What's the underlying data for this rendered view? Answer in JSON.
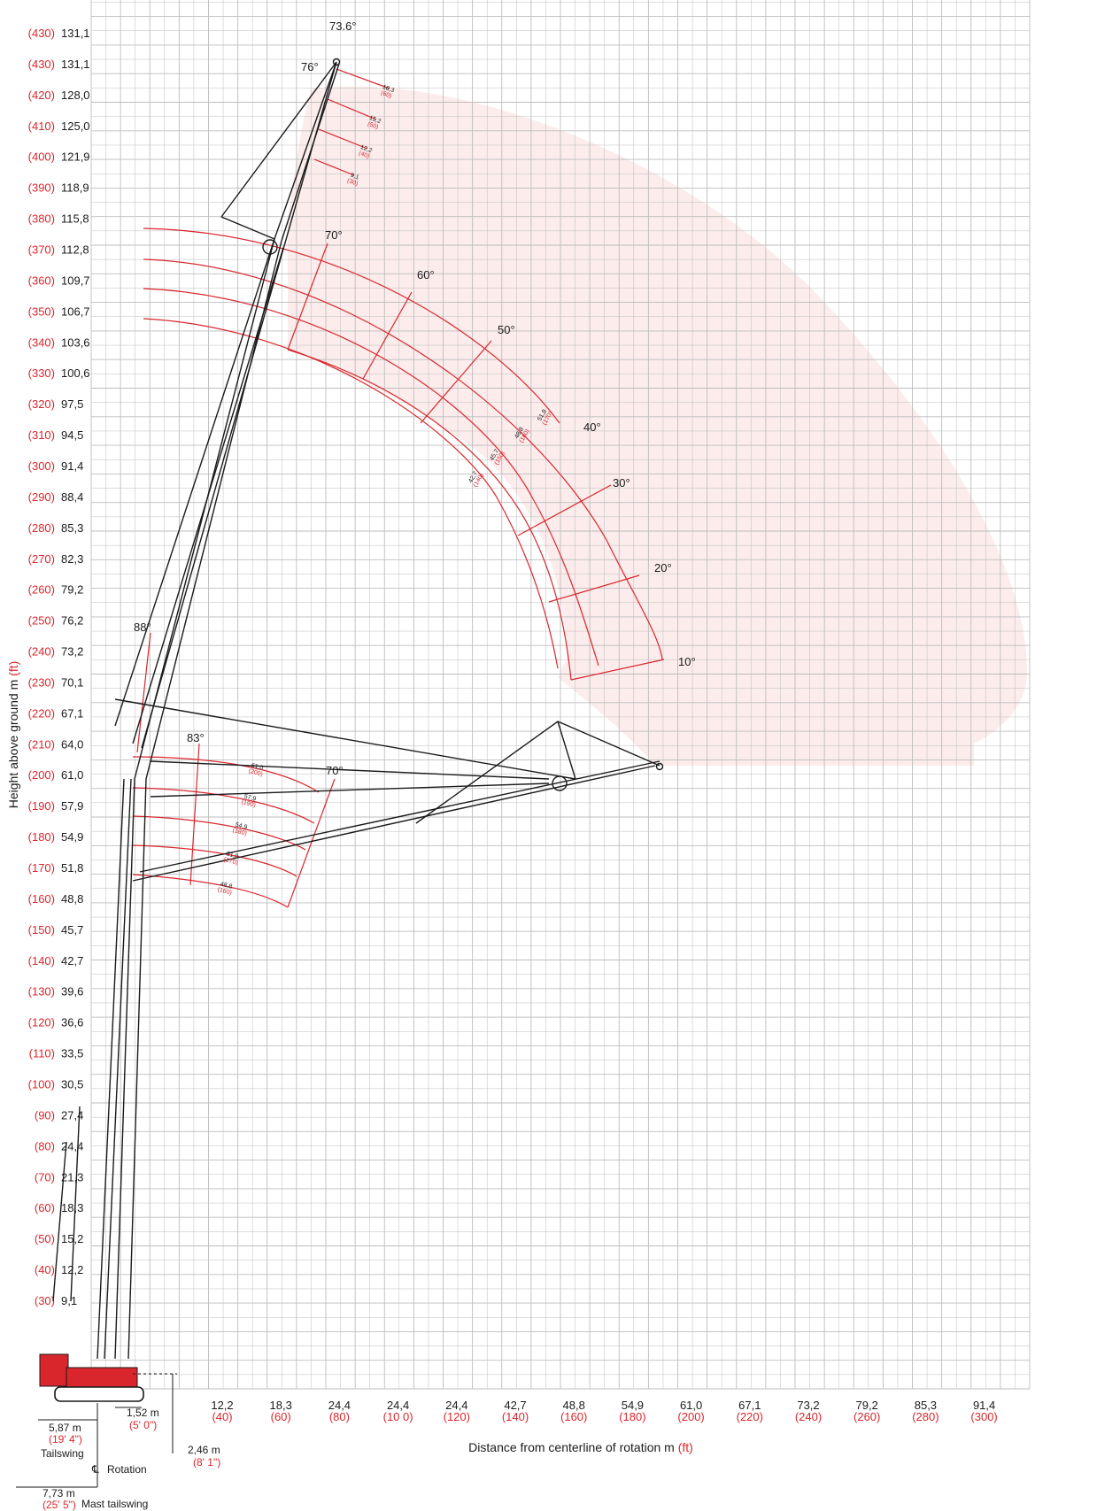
{
  "colors": {
    "accent": "#d9262c",
    "shade": "#fbe6e6",
    "grid": "#bdbdbd",
    "ink": "#1a1a1a"
  },
  "y_axis": {
    "title_m": "Height above ground m",
    "title_ft": "(ft)",
    "ticks": [
      {
        "ft": "(430)",
        "m": "131,1"
      },
      {
        "ft": "(430)",
        "m": "131,1"
      },
      {
        "ft": "(420)",
        "m": "128,0"
      },
      {
        "ft": "(410)",
        "m": "125,0"
      },
      {
        "ft": "(400)",
        "m": "121,9"
      },
      {
        "ft": "(390)",
        "m": "118,9"
      },
      {
        "ft": "(380)",
        "m": "115,8"
      },
      {
        "ft": "(370)",
        "m": "112,8"
      },
      {
        "ft": "(360)",
        "m": "109,7"
      },
      {
        "ft": "(350)",
        "m": "106,7"
      },
      {
        "ft": "(340)",
        "m": "103,6"
      },
      {
        "ft": "(330)",
        "m": "100,6"
      },
      {
        "ft": "(320)",
        "m": "97,5"
      },
      {
        "ft": "(310)",
        "m": "94,5"
      },
      {
        "ft": "(300)",
        "m": "91,4"
      },
      {
        "ft": "(290)",
        "m": "88,4"
      },
      {
        "ft": "(280)",
        "m": "85,3"
      },
      {
        "ft": "(270)",
        "m": "82,3"
      },
      {
        "ft": "(260)",
        "m": "79,2"
      },
      {
        "ft": "(250)",
        "m": "76,2"
      },
      {
        "ft": "(240)",
        "m": "73,2"
      },
      {
        "ft": "(230)",
        "m": "70,1"
      },
      {
        "ft": "(220)",
        "m": "67,1"
      },
      {
        "ft": "(210)",
        "m": "64,0"
      },
      {
        "ft": "(200)",
        "m": "61,0"
      },
      {
        "ft": "(190)",
        "m": "57,9"
      },
      {
        "ft": "(180)",
        "m": "54,9"
      },
      {
        "ft": "(170)",
        "m": "51,8"
      },
      {
        "ft": "(160)",
        "m": "48,8"
      },
      {
        "ft": "(150)",
        "m": "45,7"
      },
      {
        "ft": "(140)",
        "m": "42,7"
      },
      {
        "ft": "(130)",
        "m": "39,6"
      },
      {
        "ft": "(120)",
        "m": "36,6"
      },
      {
        "ft": "(110)",
        "m": "33,5"
      },
      {
        "ft": "(100)",
        "m": "30,5"
      },
      {
        "ft": "(90)",
        "m": "27,4"
      },
      {
        "ft": "(80)",
        "m": "24,4"
      },
      {
        "ft": "(70)",
        "m": "21,3"
      },
      {
        "ft": "(60)",
        "m": "18,3"
      },
      {
        "ft": "(50)",
        "m": "15,2"
      },
      {
        "ft": "(40)",
        "m": "12,2"
      },
      {
        "ft": "(30)",
        "m": "9,1"
      }
    ]
  },
  "x_axis": {
    "title_m": "Distance from centerline of rotation m",
    "title_ft": "(ft)",
    "ticks": [
      {
        "m": "12,2",
        "ft": "(40)"
      },
      {
        "m": "18,3",
        "ft": "(60)"
      },
      {
        "m": "24,4",
        "ft": "(80)"
      },
      {
        "m": "24,4",
        "ft": "(10 0)"
      },
      {
        "m": "24,4",
        "ft": "(120)"
      },
      {
        "m": "42,7",
        "ft": "(140)"
      },
      {
        "m": "48,8",
        "ft": "(160)"
      },
      {
        "m": "54,9",
        "ft": "(180)"
      },
      {
        "m": "61,0",
        "ft": "(200)"
      },
      {
        "m": "67,1",
        "ft": "(220)"
      },
      {
        "m": "73,2",
        "ft": "(240)"
      },
      {
        "m": "79,2",
        "ft": "(260)"
      },
      {
        "m": "85,3",
        "ft": "(280)"
      },
      {
        "m": "91,4",
        "ft": "(300)"
      }
    ]
  },
  "angles": {
    "boom_upper_main": "73.6°",
    "boom_upper_jib": "76°",
    "jib_70": "70°",
    "jib_60": "60°",
    "jib_50": "50°",
    "jib_40": "40°",
    "jib_30": "30°",
    "jib_20": "20°",
    "jib_10": "10°",
    "mast_88": "88°",
    "lower_83": "83°",
    "lower_70": "70°"
  },
  "upper_jib_lengths": [
    {
      "m": "18,3",
      "ft": "(60)"
    },
    {
      "m": "15,2",
      "ft": "(50)"
    },
    {
      "m": "12,2",
      "ft": "(40)"
    },
    {
      "m": "9,1",
      "ft": "(30)"
    }
  ],
  "luffing_jib_lengths": [
    {
      "m": "51,8",
      "ft": "(170)"
    },
    {
      "m": "48,8",
      "ft": "(160)"
    },
    {
      "m": "45,7",
      "ft": "(150)"
    },
    {
      "m": "42,7",
      "ft": "(140)"
    }
  ],
  "lower_jib_lengths": [
    {
      "m": "61,0",
      "ft": "(200)"
    },
    {
      "m": "57,9",
      "ft": "(190)"
    },
    {
      "m": "54,9",
      "ft": "(180)"
    },
    {
      "m": "51,8",
      "ft": "(170)"
    },
    {
      "m": "48,8",
      "ft": "(160)"
    }
  ],
  "dimensions": {
    "tailswing_m": "5,87 m",
    "tailswing_ft": "(19' 4\")",
    "tailswing_label": "Tailswing",
    "rear_m": "1,52 m",
    "rear_ft": "(5' 0\")",
    "height_m": "2,46 m",
    "height_ft": "(8' 1\")",
    "rotation_label": "Rotation",
    "rotation_symbol": "℄",
    "mast_tailswing_m": "7,73 m",
    "mast_tailswing_ft": "(25' 5\")",
    "mast_tailswing_label": "Mast tailswing"
  }
}
